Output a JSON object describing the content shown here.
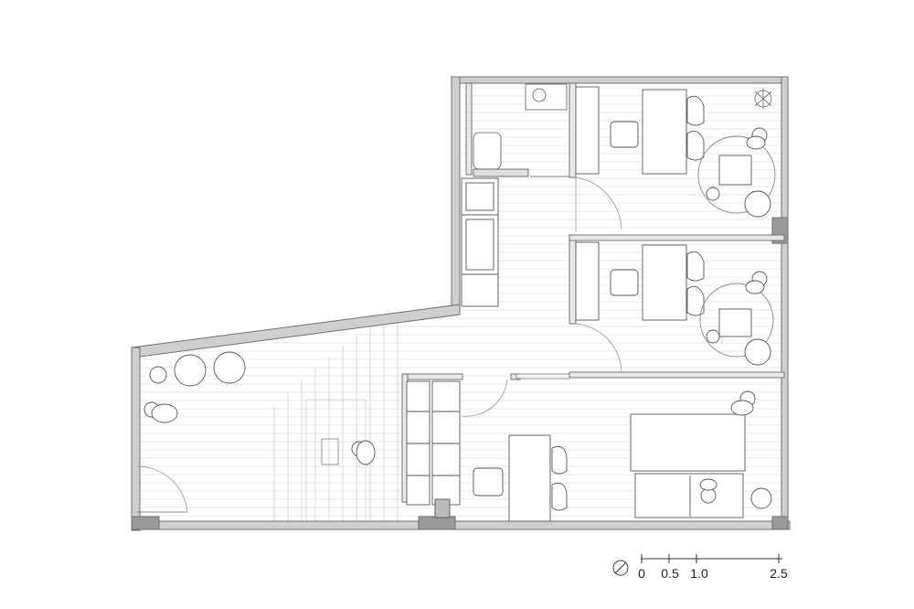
{
  "scale_bar": {
    "labels": [
      "0",
      "0.5",
      "1.0",
      "2.5"
    ],
    "values": [
      0,
      0.5,
      1.0,
      2.5
    ]
  },
  "north_arrow": {
    "icon": "north-arrow-icon"
  },
  "colors": {
    "wall": "#7a7a7a",
    "wall_fill": "#cfcfcf",
    "line": "#555555",
    "floor_lines": "#e2e2e2",
    "furniture": "#ffffff"
  }
}
